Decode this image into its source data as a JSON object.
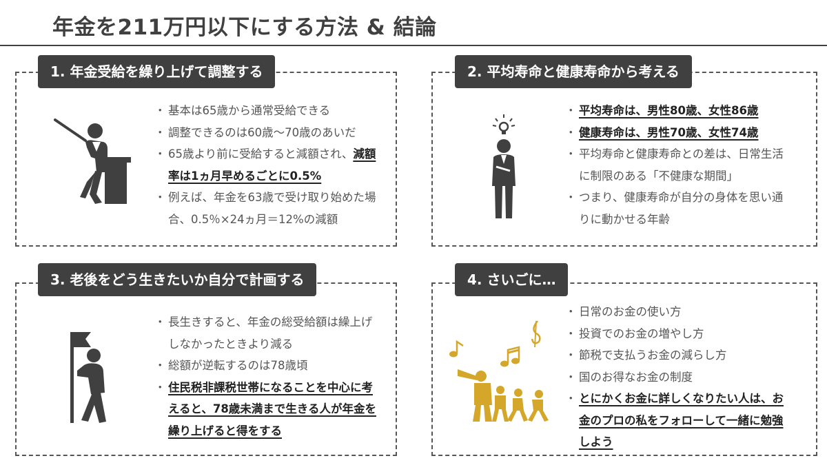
{
  "title": "年金を211万円以下にする方法 & 結論",
  "sections": [
    {
      "heading": "1. 年金受給を繰り上げて調整する",
      "icon": "presenter-at-podium-icon",
      "bullets": [
        {
          "text": "基本は65歳から通常受給できる"
        },
        {
          "text": "調整できるのは60歳〜70歳のあいだ"
        },
        {
          "text": "65歳より前に受給すると減額され、",
          "strong": "減額率は1ヵ月早めるごとに0.5%"
        },
        {
          "text": "例えば、年金を63歳で受け取り始めた場合、0.5％×24ヵ月＝12%の減額"
        }
      ]
    },
    {
      "heading": "2. 平均寿命と健康寿命から考える",
      "icon": "thinking-person-lightbulb-icon",
      "bullets": [
        {
          "strong": "平均寿命は、男性80歳、女性86歳"
        },
        {
          "strong": "健康寿命は、男性70歳、女性74歳"
        },
        {
          "text": "平均寿命と健康寿命との差は、日常生活に制限のある「不健康な期間」"
        },
        {
          "text": "つまり、健康寿命が自分の身体を思い通りに動かせる年齢"
        }
      ]
    },
    {
      "heading": "3. 老後をどう生きたいか自分で計画する",
      "icon": "person-with-flag-icon",
      "bullets": [
        {
          "text": "長生きすると、年金の総受給額は繰上げしなかったときより減る"
        },
        {
          "text": "総額が逆転するのは78歳頃"
        },
        {
          "strong": "住民税非課税世帯になることを中心に考えると、78歳未満まで生きる人が年金を繰り上げると得をする"
        }
      ]
    },
    {
      "heading": "4. さいごに…",
      "icon": "music-parade-icon",
      "bullets": [
        {
          "text": "日常のお金の使い方"
        },
        {
          "text": "投資でのお金の増やし方"
        },
        {
          "text": "節税で支払うお金の減らし方"
        },
        {
          "text": "国のお得なお金の制度"
        },
        {
          "strong": "とにかくお金に詳しくなりたい人は、お金のプロの私をフォローして一緒に勉強しよう"
        }
      ]
    }
  ],
  "colors": {
    "heading_bg": "#404040",
    "heading_text": "#ffffff",
    "icon_dark": "#404040",
    "icon_gold": "#d4a62a"
  }
}
